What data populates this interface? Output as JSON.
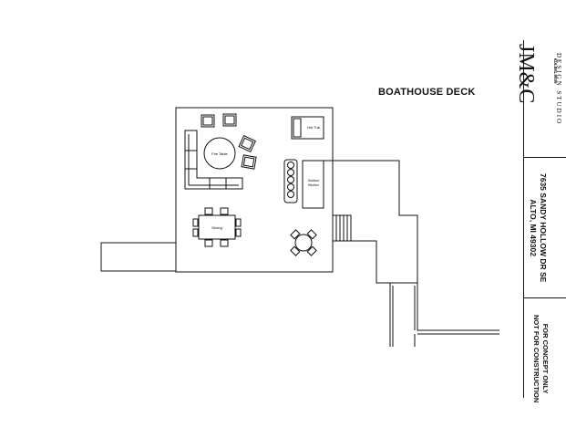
{
  "title": "BOATHOUSE DECK",
  "labels": {
    "fire_table": "Fire Table",
    "hot_tub": "Hot Tub",
    "outdoor_kitchen_line1": "Outdoor",
    "outdoor_kitchen_line2": "Kitchen",
    "dining": "Dining"
  },
  "title_block": {
    "logo": "JM&C",
    "studio": "DESIGN STUDIO",
    "phone": "616.881.9939",
    "address_line1": "7635 SANDY HOLLOW DR SE",
    "address_line2": "ALTO, MI 49302",
    "concept_line1": "FOR CONCEPT ONLY",
    "concept_line2": "NOT FOR CONSTRUCTION"
  },
  "colors": {
    "line": "#111111",
    "background": "#ffffff"
  }
}
